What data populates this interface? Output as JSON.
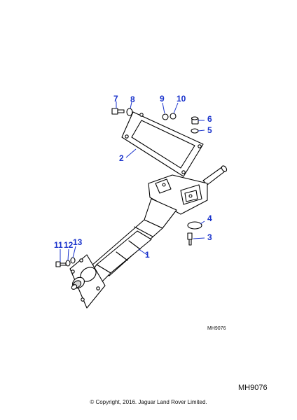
{
  "diagram": {
    "callouts": [
      {
        "id": "c1",
        "label": "1"
      },
      {
        "id": "c2",
        "label": "2"
      },
      {
        "id": "c3",
        "label": "3"
      },
      {
        "id": "c4",
        "label": "4"
      },
      {
        "id": "c5",
        "label": "5"
      },
      {
        "id": "c6",
        "label": "6"
      },
      {
        "id": "c7",
        "label": "7"
      },
      {
        "id": "c8",
        "label": "8"
      },
      {
        "id": "c9",
        "label": "9"
      },
      {
        "id": "c10",
        "label": "10"
      },
      {
        "id": "c11",
        "label": "11"
      },
      {
        "id": "c12",
        "label": "12"
      },
      {
        "id": "c13",
        "label": "13"
      }
    ],
    "drawing_code_small": "MH9076"
  },
  "footer": {
    "drawing_code": "MH9076",
    "copyright": "© Copyright, 2016. Jaguar Land Rover Limited."
  }
}
